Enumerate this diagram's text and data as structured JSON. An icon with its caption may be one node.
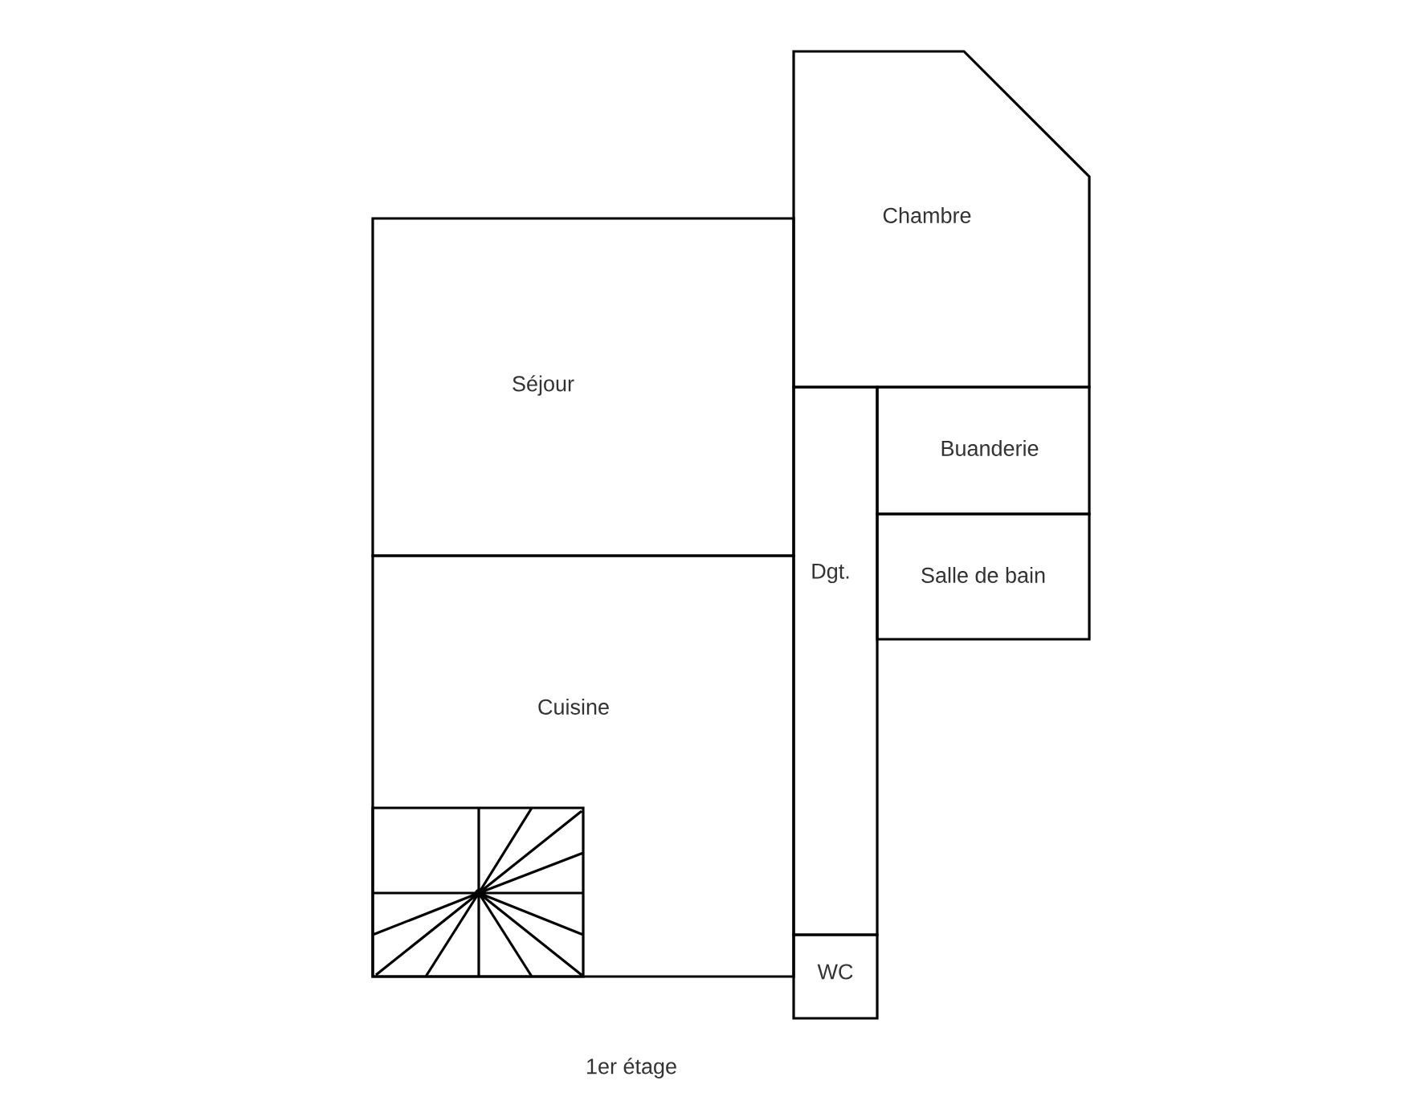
{
  "diagram": {
    "caption": "1er étage",
    "nodes": [
      {
        "text": [
          "Chambre"
        ]
      },
      {
        "text": [
          "Séjour"
        ]
      },
      {
        "text": [
          "Buanderie"
        ]
      },
      {
        "text": [
          "Dgt."
        ]
      },
      {
        "text": [
          "Salle de bain"
        ]
      },
      {
        "text": [
          "Cuisine"
        ]
      },
      {
        "text": [
          "WC"
        ]
      }
    ]
  }
}
